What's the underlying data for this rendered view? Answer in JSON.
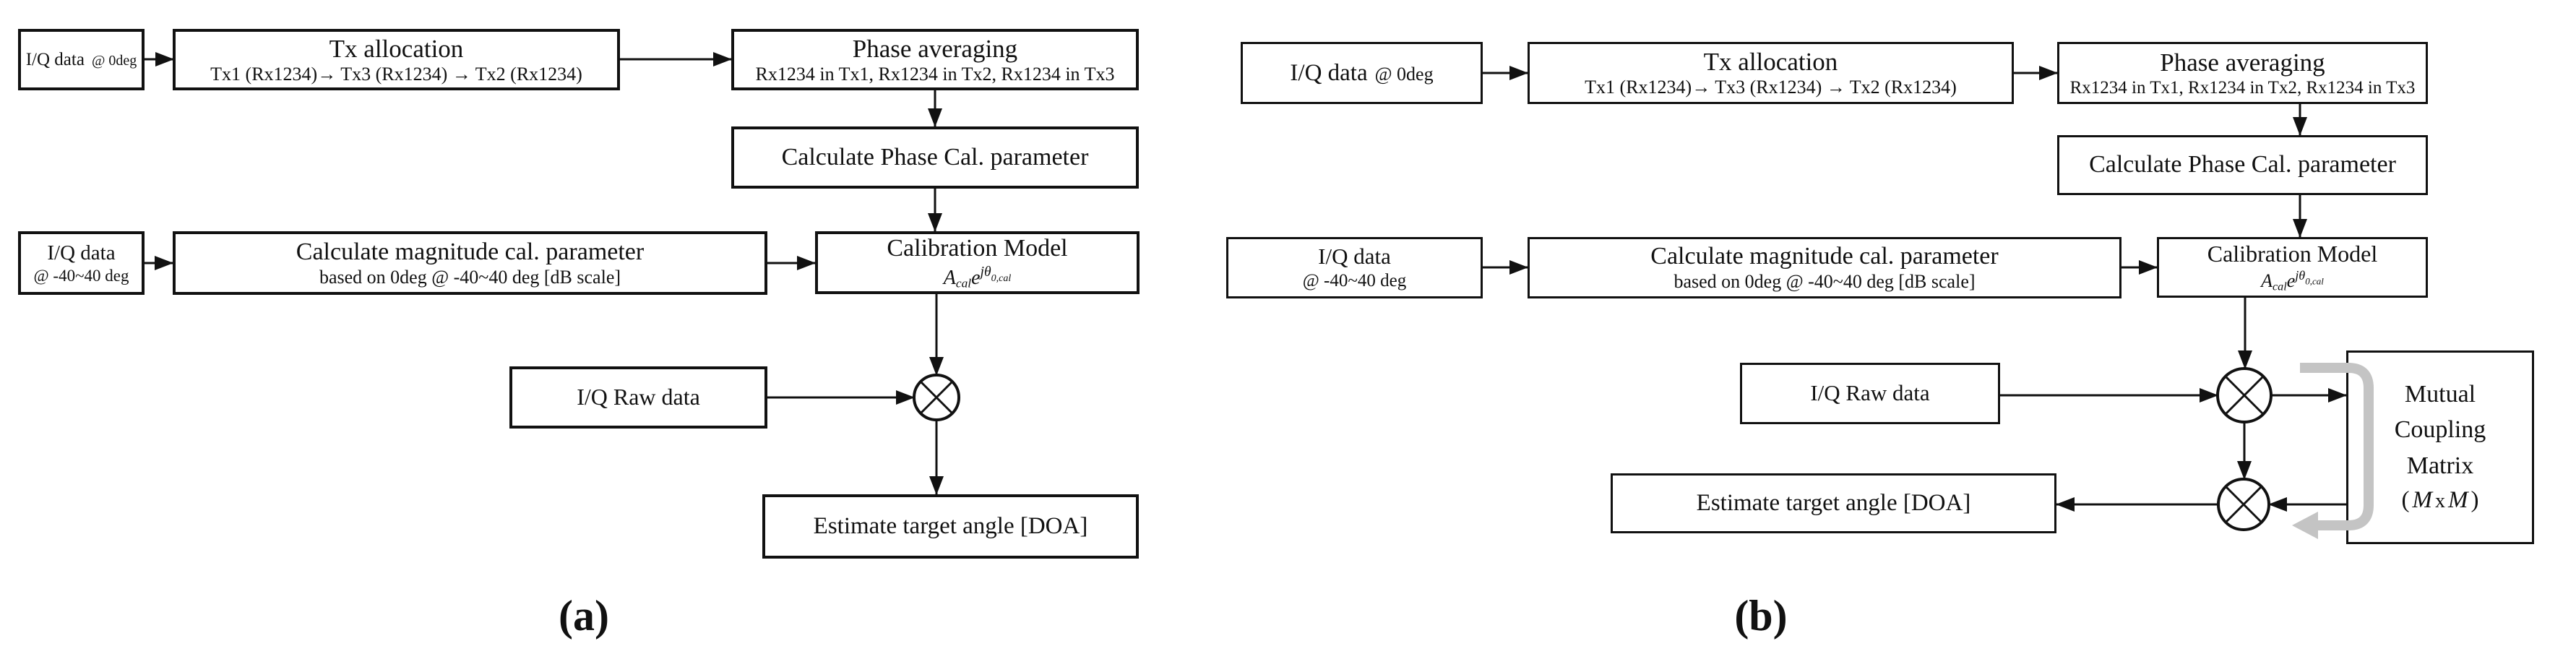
{
  "diagram": {
    "kind": "flowchart-pair",
    "colors": {
      "line": "#111111",
      "box_border": "#111111",
      "text": "#111111",
      "feedback_arrow_gray": "#c4c4c4",
      "background": "#ffffff"
    },
    "panels": {
      "a": {
        "caption": "(a)",
        "iq0": {
          "title": "I/Q data",
          "suffix": "@ 0deg"
        },
        "tx": {
          "title": "Tx allocation",
          "subtitle": "Tx1 (Rx1234)→ Tx3 (Rx1234) → Tx2 (Rx1234)"
        },
        "phase": {
          "title": "Phase averaging",
          "subtitle": "Rx1234 in Tx1, Rx1234 in Tx2, Rx1234 in Tx3"
        },
        "calc_phase": {
          "title": "Calculate Phase Cal. parameter"
        },
        "iq40": {
          "title": "I/Q data",
          "subtitle": "@ -40~40 deg"
        },
        "mag": {
          "title": "Calculate magnitude cal. parameter",
          "subtitle": "based on 0deg @ -40~40 deg [dB scale]"
        },
        "calib": {
          "title": "Calibration Model",
          "formula": {
            "base": "A",
            "base_sub": "cal",
            "exp_base": "e",
            "sup": "jθ",
            "sup_sub": "0,cal"
          }
        },
        "raw": {
          "title": "I/Q Raw data"
        },
        "doa": {
          "title": "Estimate target angle [DOA]"
        }
      },
      "b": {
        "caption": "(b)",
        "iq0": {
          "title": "I/Q data",
          "suffix": "@ 0deg"
        },
        "tx": {
          "title": "Tx allocation",
          "subtitle": "Tx1 (Rx1234)→ Tx3 (Rx1234) → Tx2 (Rx1234)"
        },
        "phase": {
          "title": "Phase averaging",
          "subtitle": "Rx1234 in Tx1, Rx1234 in Tx2, Rx1234 in Tx3"
        },
        "calc_phase": {
          "title": "Calculate Phase Cal. parameter"
        },
        "iq40": {
          "title": "I/Q data",
          "subtitle": "@ -40~40 deg"
        },
        "mag": {
          "title": "Calculate magnitude cal. parameter",
          "subtitle": "based on 0deg @ -40~40 deg [dB scale]"
        },
        "calib": {
          "title": "Calibration Model",
          "formula": {
            "base": "A",
            "base_sub": "cal",
            "exp_base": "e",
            "sup": "jθ",
            "sup_sub": "0,cal"
          }
        },
        "raw": {
          "title": "I/Q Raw data"
        },
        "doa": {
          "title": "Estimate target angle [DOA]"
        },
        "mutual": {
          "line1": "Mutual",
          "line2": "Coupling",
          "line3": "Matrix",
          "dim_open": "(",
          "dim_m1": "M",
          "dim_x": "x",
          "dim_m2": "M",
          "dim_close": ")"
        }
      }
    }
  }
}
